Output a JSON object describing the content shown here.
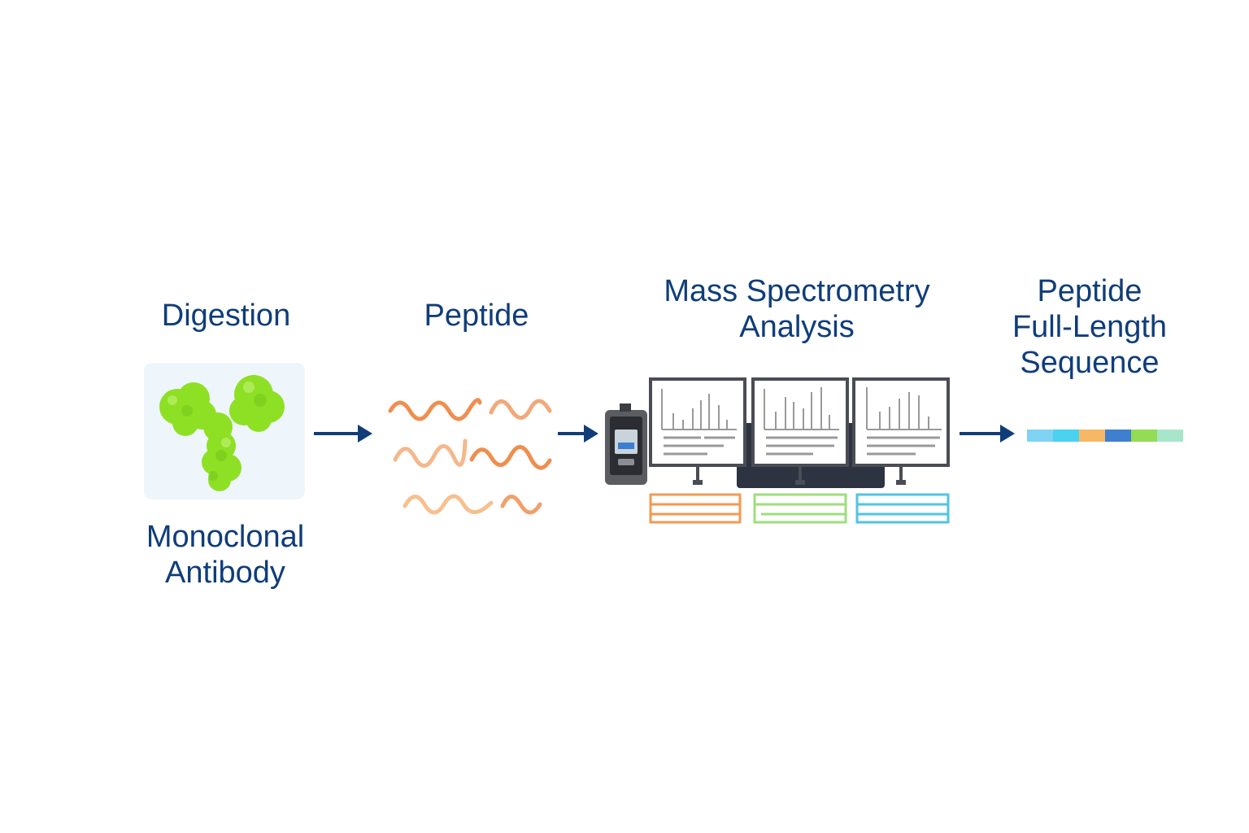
{
  "steps": {
    "digestion": {
      "title": "Digestion",
      "caption_line1": "Monoclonal",
      "caption_line2": "Antibody"
    },
    "peptide": {
      "title": "Peptide"
    },
    "ms": {
      "title_line1": "Mass Spectrometry",
      "title_line2": "Analysis"
    },
    "sequence": {
      "title_line1": "Peptide",
      "title_line2": "Full-Length",
      "title_line3": "Sequence"
    }
  },
  "colors": {
    "text": "#0f3d7a",
    "arrow": "#0f3d7a",
    "antibody": "#8ee024",
    "antibody_panel": "#eef6fb",
    "peptide_dark": "#ef8e4f",
    "peptide_light": "#f6c08f",
    "monitor_frame": "#4a4d55",
    "spectrum": "#9a9a9a",
    "table_orange": "#f39a52",
    "table_green": "#9ddf7b",
    "table_cyan": "#52c3e4"
  },
  "sequence_segments": [
    "#7fd3f3",
    "#4ad2ef",
    "#f7b866",
    "#3f7fd0",
    "#94db56",
    "#a8e6c9"
  ],
  "icons": [
    "antibody-icon",
    "peptide-wave-icon",
    "ms-instrument-icon",
    "spectrum-monitor-icon",
    "data-table-icon",
    "sequence-bar-icon",
    "right-arrow-icon"
  ]
}
